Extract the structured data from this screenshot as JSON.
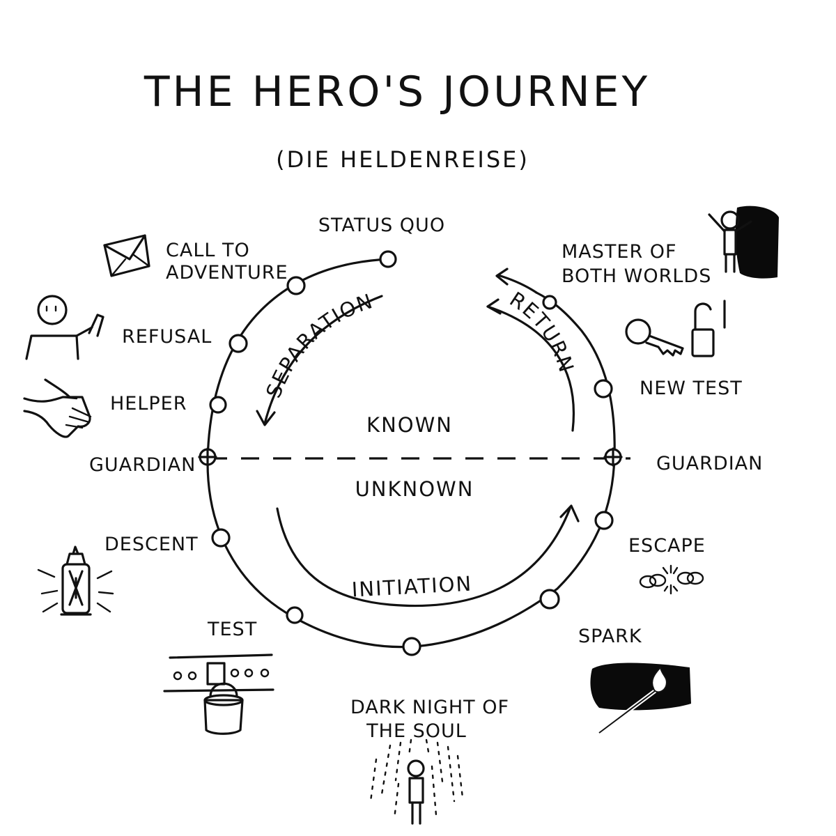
{
  "title": "THE HERO'S JOURNEY",
  "subtitle": "(DIE HELDENREISE)",
  "zones": {
    "known": "KNOWN",
    "unknown": "UNKNOWN"
  },
  "arcs": {
    "separation": "SEPARATION",
    "initiation": "INITIATION",
    "return": "RETURN"
  },
  "stages": {
    "status_quo": "STATUS QUO",
    "call_line1": "CALL TO",
    "call_line2": "ADVENTURE",
    "refusal": "REFUSAL",
    "helper": "HELPER",
    "guardian_left": "GUARDIAN",
    "descent": "DESCENT",
    "test": "TEST",
    "dark_line1": "DARK NIGHT OF",
    "dark_line2": "THE SOUL",
    "spark": "SPARK",
    "escape": "ESCAPE",
    "guardian_right": "GUARDIAN",
    "new_test": "NEW TEST",
    "master_line1": "MASTER OF",
    "master_line2": "BOTH WORLDS"
  },
  "icons": {
    "call": "envelope-icon",
    "refusal": "stick-figure-refusing-icon",
    "helper": "helping-hand-icon",
    "descent": "lantern-icon",
    "test": "bucket-icon",
    "dark_night": "figure-in-rain-icon",
    "spark": "lit-match-icon",
    "escape": "broken-chain-icon",
    "new_test": "key-and-padlock-icon",
    "master": "figure-at-doorway-icon"
  },
  "colors": {
    "ink": "#111111",
    "paper": "#ffffff"
  }
}
